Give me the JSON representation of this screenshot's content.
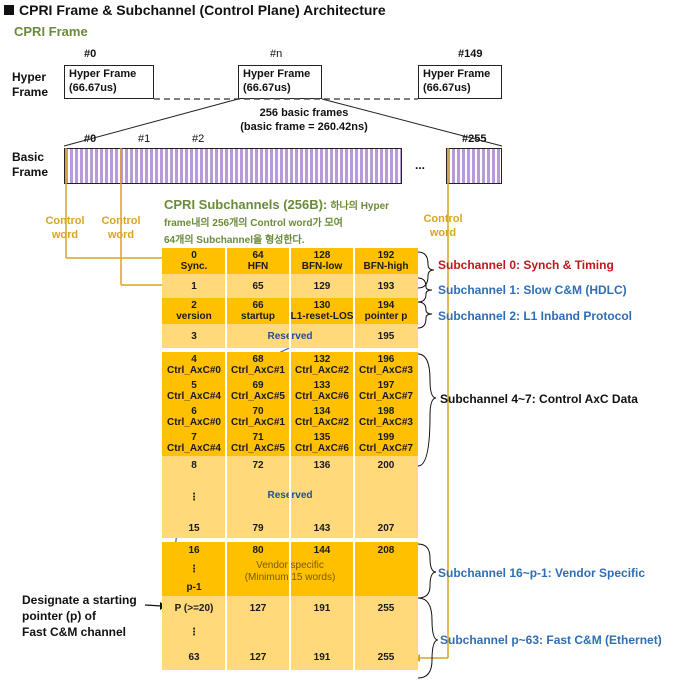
{
  "title": "CPRI Frame & Subchannel (Control Plane) Architecture",
  "subtitle": "CPRI Frame",
  "hyper_label": "Hyper Frame",
  "basic_label": "Basic Frame",
  "hyper_frames": [
    {
      "index": "#0",
      "name": "Hyper Frame",
      "dur": "(66.67us)"
    },
    {
      "index": "#n",
      "name": "Hyper Frame",
      "dur": "(66.67us)"
    },
    {
      "index": "#149",
      "name": "Hyper Frame",
      "dur": "(66.67us)"
    }
  ],
  "basic_count_line1": "256 basic frames",
  "basic_count_line2": "(basic frame = 260.42ns)",
  "basic_indices": [
    "#0",
    "#1",
    "#2",
    "#255"
  ],
  "ellipsis": "...",
  "control_word": "Control word",
  "subchannels_heading": "CPRI Subchannels (256B):",
  "subchannels_desc_1": "하나의 Hyper",
  "subchannels_desc_2": "frame내의 256개의 Control word가 모여",
  "subchannels_desc_3": "64개의 Subchannel을 형성한다.",
  "rows": [
    {
      "c": [
        "0|Sync.",
        "64|HFN",
        "128|BFN-low",
        "192|BFN-high"
      ]
    },
    {
      "c": [
        "1",
        "65",
        "129",
        "193"
      ]
    },
    {
      "c": [
        "2|version",
        "66|startup",
        "130|L1-reset-LOS",
        "194|pointer p"
      ]
    },
    {
      "c": [
        "3",
        "",
        "",
        "195"
      ]
    },
    {
      "c": [
        "4|Ctrl_AxC#0",
        "68|Ctrl_AxC#1",
        "132|Ctrl_AxC#2",
        "196|Ctrl_AxC#3"
      ]
    },
    {
      "c": [
        "5|Ctrl_AxC#4",
        "69|Ctrl_AxC#5",
        "133|Ctrl_AxC#6",
        "197|Ctrl_AxC#7"
      ]
    },
    {
      "c": [
        "6|Ctrl_AxC#0",
        "70|Ctrl_AxC#1",
        "134|Ctrl_AxC#2",
        "198|Ctrl_AxC#3"
      ]
    },
    {
      "c": [
        "7|Ctrl_AxC#4",
        "71|Ctrl_AxC#5",
        "135|Ctrl_AxC#6",
        "199|Ctrl_AxC#7"
      ]
    }
  ],
  "reserved": "Reserved",
  "reserved_block": {
    "top": [
      "8",
      "72",
      "136",
      "200"
    ],
    "dots": "⋮",
    "bottom": [
      "15",
      "79",
      "143",
      "207"
    ]
  },
  "vendor_block": {
    "first_col": [
      "16",
      "⋮",
      "p-1"
    ],
    "nums": [
      "80",
      "144",
      "208"
    ],
    "text1": "Vendor specific",
    "text2": "(Minimum 15 words)"
  },
  "fast_block": {
    "row1": [
      "P (>=20)",
      "127",
      "191",
      "255"
    ],
    "dots": "⋮",
    "row3": [
      "63",
      "127",
      "191",
      "255"
    ]
  },
  "subchannel_labels": [
    {
      "text": "Subchannel 0: Synch & Timing",
      "color": "#c0171d"
    },
    {
      "text": "Subchannel 1: Slow C&M (HDLC)",
      "color": "#2f6db5"
    },
    {
      "text": "Subchannel 2: L1 Inband Protocol",
      "color": "#2f6db5"
    },
    {
      "text": "Subchannel 4~7: Control AxC Data",
      "color": "#111111"
    },
    {
      "text": "Subchannel 16~p-1: Vendor Specific",
      "color": "#2f6db5"
    },
    {
      "text": "Subchannel p~63: Fast C&M (Ethernet)",
      "color": "#2f6db5"
    }
  ],
  "designate": [
    "Designate a starting",
    "pointer (p) of",
    "Fast C&M channel"
  ],
  "colors": {
    "accent_green": "#6a8b3a",
    "orange": "#ffc000",
    "light_orange": "#ffd97a",
    "gold": "#d9a521",
    "purple": "#b89ad8",
    "blue": "#2f6db5",
    "red": "#c0171d"
  }
}
